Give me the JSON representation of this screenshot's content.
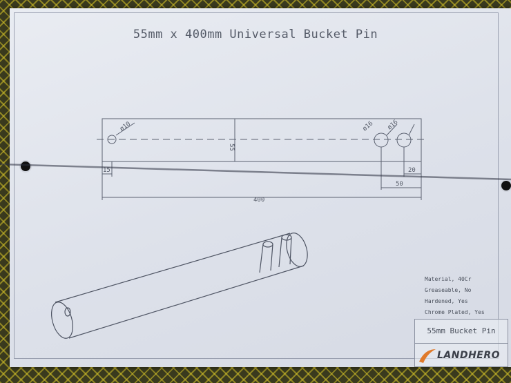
{
  "drawing": {
    "title": "55mm x 400mm Universal Bucket Pin",
    "dimensions": {
      "hole_left": "ø10",
      "hole_mid": "ø16",
      "hole_right": "ø16",
      "diameter": "55",
      "offset_left": "15",
      "offset_right": "20",
      "spacing": "50",
      "length": "400"
    }
  },
  "specs": {
    "material": "Material, 40Cr",
    "greaseable": "Greaseable, No",
    "hardened": "Hardened, Yes",
    "chrome": "Chrome Plated, Yes"
  },
  "title_block": {
    "part_name": "55mm Bucket Pin",
    "brand": "LANDHERO",
    "brand_color": "#e07a2a"
  }
}
